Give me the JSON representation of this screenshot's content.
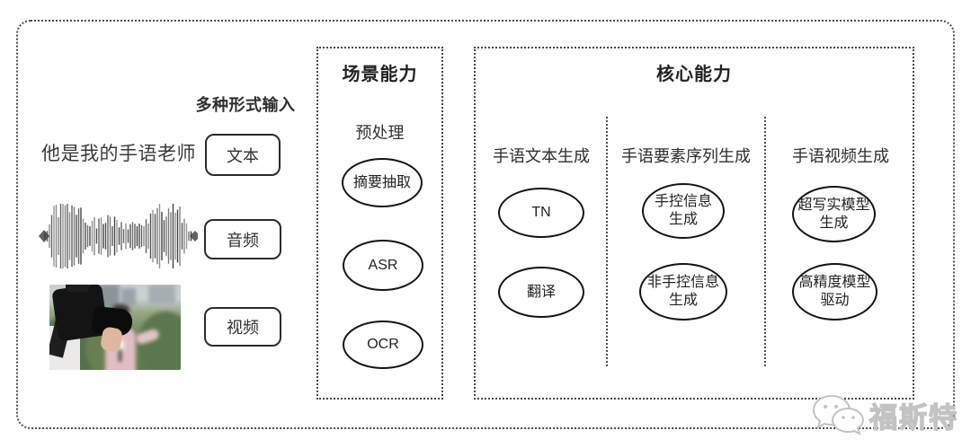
{
  "input_section": {
    "label": "多种形式输入",
    "sample_text": "他是我的手语老师",
    "inputs": [
      {
        "label": "文本"
      },
      {
        "label": "音频"
      },
      {
        "label": "视频"
      }
    ],
    "audio_icon": "audio-waveform",
    "video_icon": "reporter-photo"
  },
  "scene_panel": {
    "title": "场景能力",
    "subtitle": "预处理",
    "nodes": [
      "摘要抽取",
      "ASR",
      "OCR"
    ]
  },
  "core_panel": {
    "title": "核心能力",
    "columns": [
      {
        "header": "手语文本生成",
        "nodes": [
          "TN",
          "翻译"
        ]
      },
      {
        "header": "手语要素序列生成",
        "nodes": [
          "手控信息\n生成",
          "非手控信息\n生成"
        ]
      },
      {
        "header": "手语视频生成",
        "nodes": [
          "超写实模型\n生成",
          "高精度模型\n驱动"
        ]
      }
    ]
  },
  "watermark": {
    "text": "福斯特",
    "icon": "chat-bubbles-icon"
  },
  "colors": {
    "frame_border": "#4c4c4c",
    "node_border": "#141414",
    "text": "#333333",
    "watermark": "#c3c3c3"
  }
}
